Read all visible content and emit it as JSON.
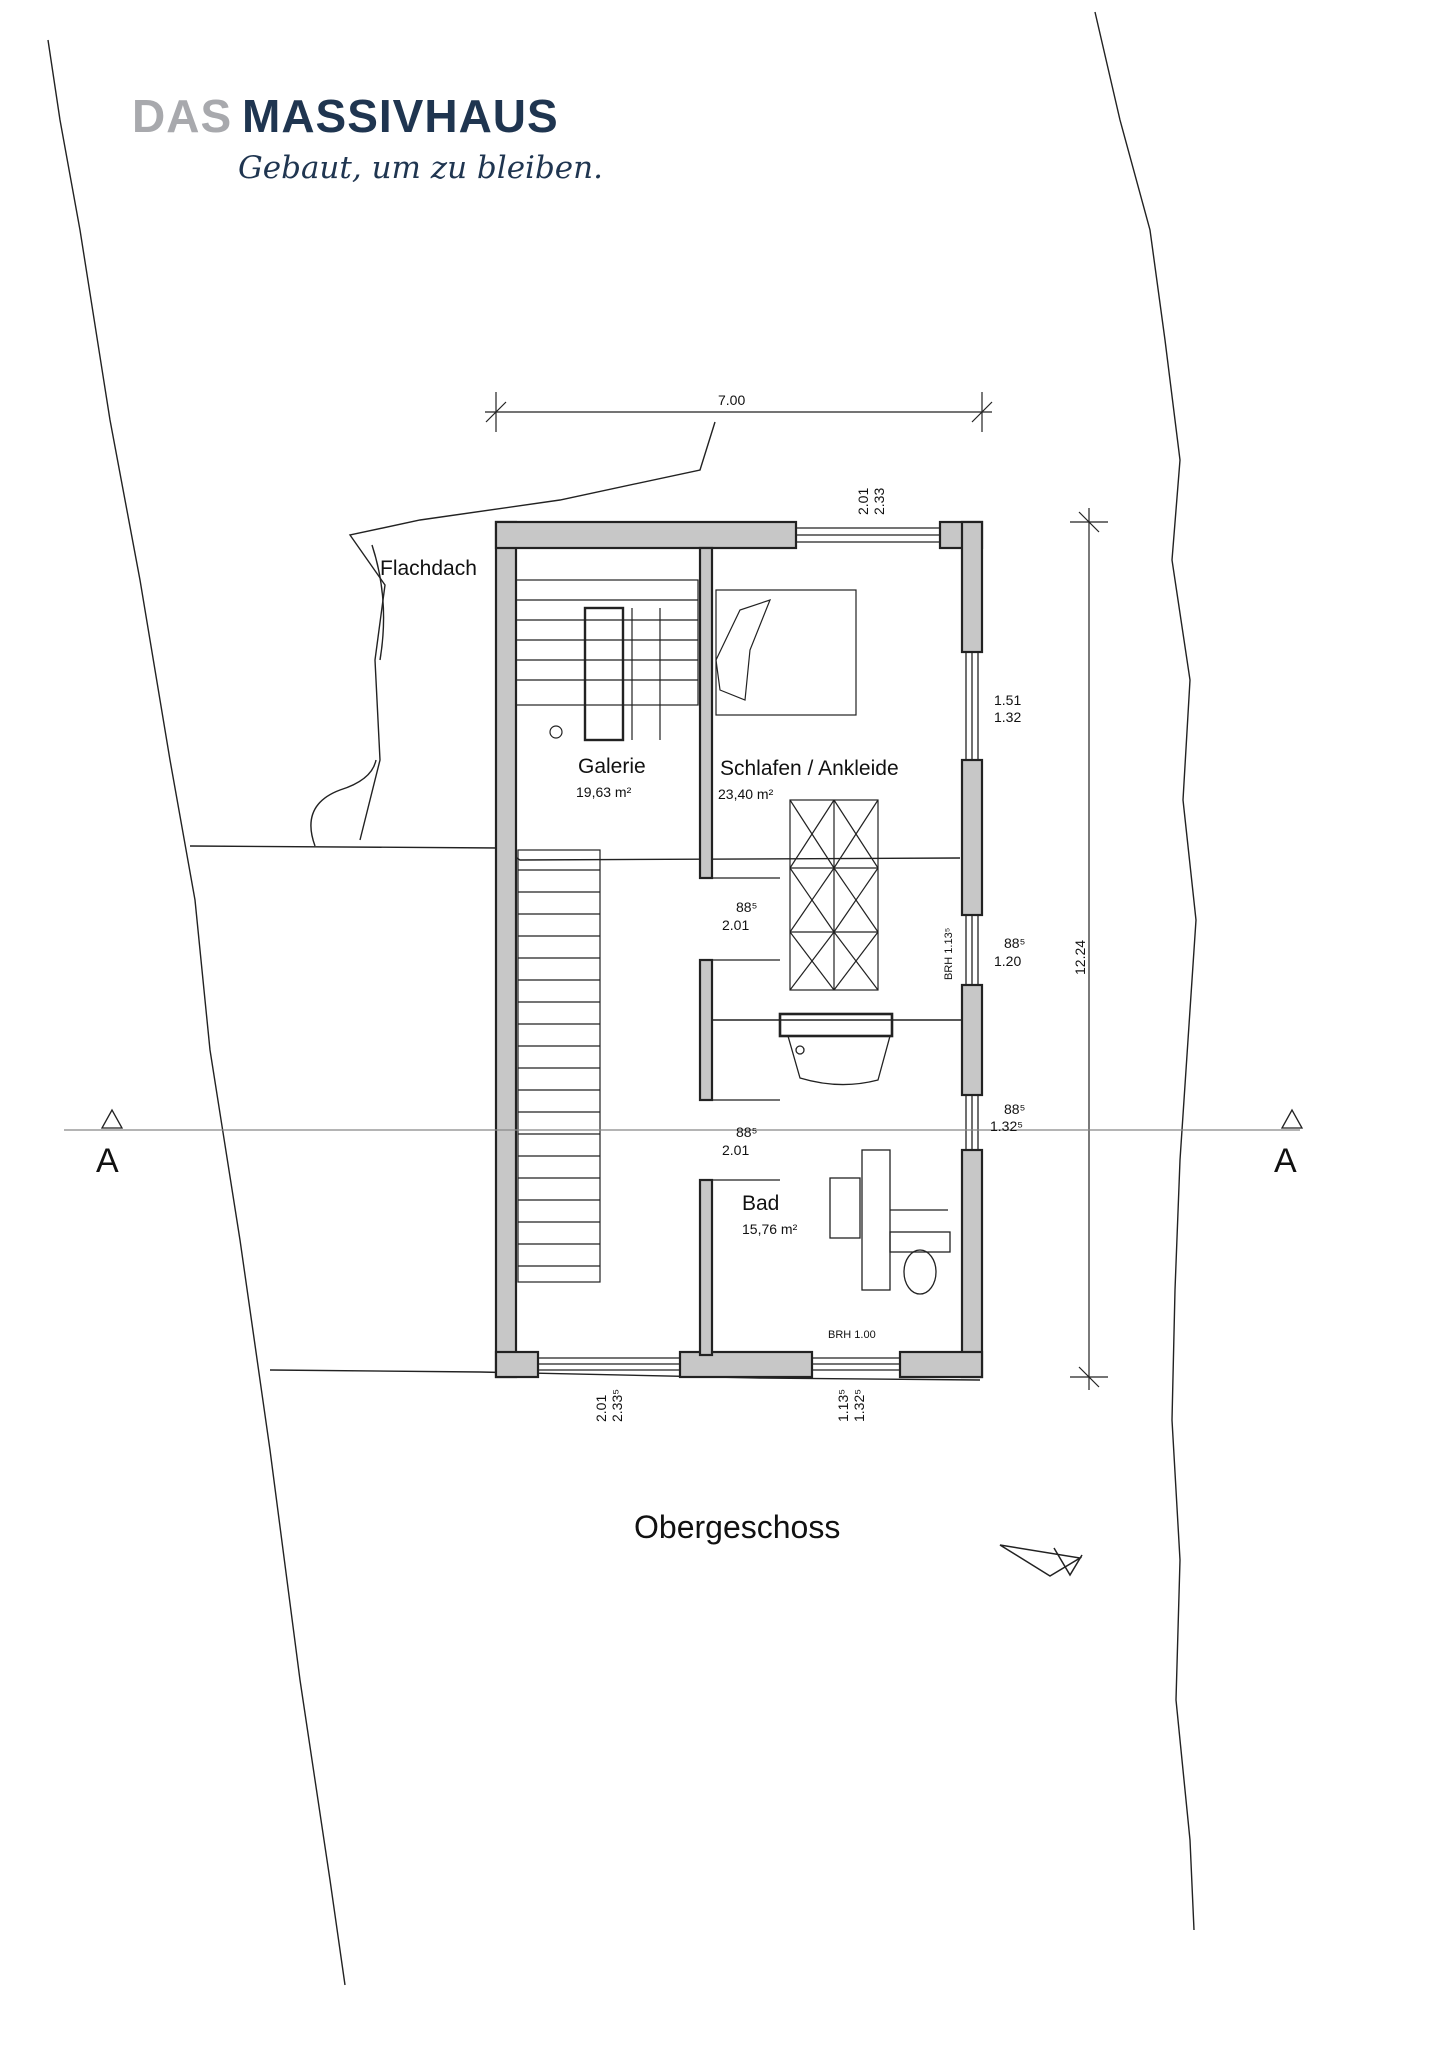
{
  "brand": {
    "name_part1": "DAS",
    "name_part2": "MASSIVHAUS",
    "tagline": "Gebaut, um zu bleiben."
  },
  "plan": {
    "title": "Obergeschoss",
    "flat_roof_label": "Flachdach",
    "rooms": [
      {
        "name": "Galerie",
        "area": "19,63 m²"
      },
      {
        "name": "Schlafen / Ankleide",
        "area": "23,40 m²"
      },
      {
        "name": "Bad",
        "area": "15,76 m²"
      }
    ],
    "section_marker": "A",
    "dimensions": {
      "overall_width": "7.00",
      "overall_depth": "12.24",
      "top_window_width": "2.01",
      "top_window_height": "2.33",
      "right_window1_width": "1.51",
      "right_window1_height": "1.32",
      "door1_width": "88⁵",
      "door1_height": "2.01",
      "right_window2_brh": "BRH 1.13⁵",
      "right_window2_width": "88⁵",
      "right_window2_height": "1.20",
      "door2_width": "88⁵",
      "door2_height": "2.01",
      "right_window3_width": "88⁵",
      "right_window3_height": "1.32⁵",
      "bottom_window_brh": "BRH 1.00",
      "bottom_left_width": "2.01",
      "bottom_left_height": "2.33⁵",
      "bottom_mid_width": "1.13⁵",
      "bottom_mid_height": "1.32⁵"
    }
  }
}
